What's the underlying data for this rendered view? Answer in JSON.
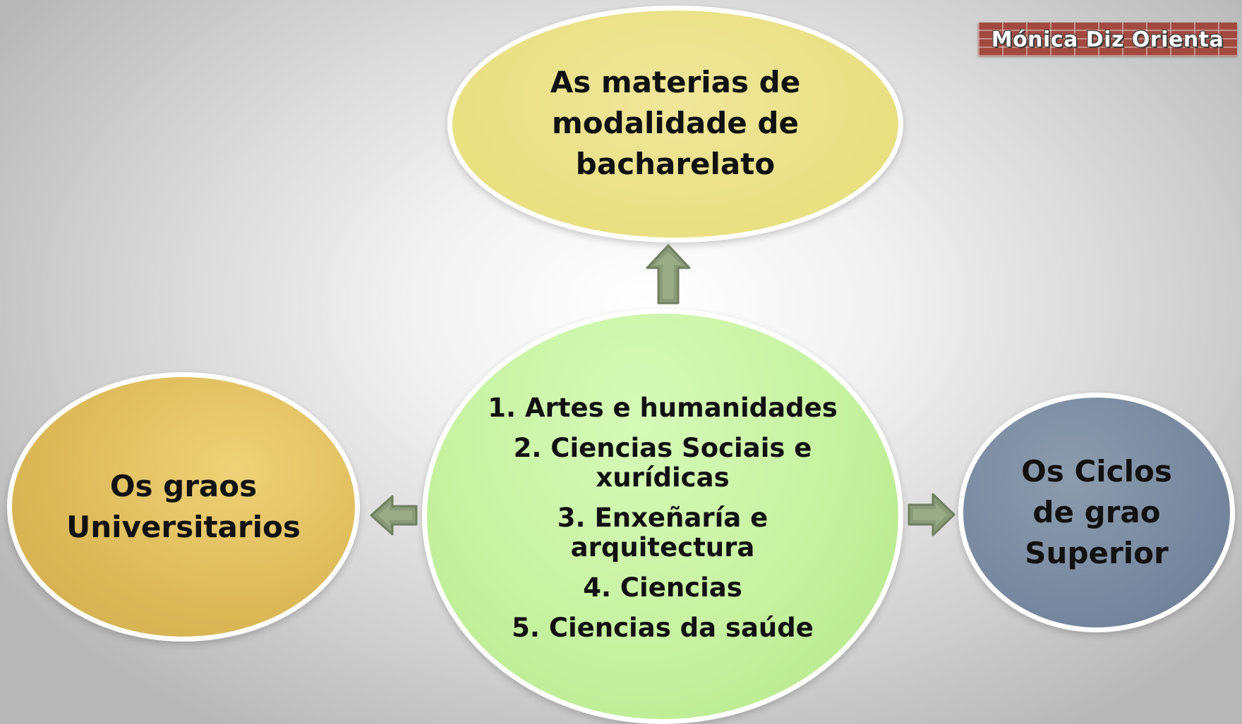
{
  "diagram": {
    "brand": {
      "text": "Mónica Diz Orienta"
    },
    "nodes": {
      "top": {
        "label": "As materias de\nmodalidade de\nbacharelato",
        "color": "#e6dd78"
      },
      "left": {
        "label": "Os graos\nUniversitarios",
        "color": "#dcb857"
      },
      "right": {
        "label": "Os Ciclos\nde grao\nSuperior",
        "color": "#7888a0"
      },
      "center": {
        "color": "#c6f2a0",
        "items": [
          "1. Artes e humanidades",
          "2. Ciencias Sociais e\nxurídicas",
          "3. Enxeñaría e\narquitectura",
          "4. Ciencias",
          "5. Ciencias da saúde"
        ]
      }
    },
    "arrows": {
      "color": "#8a9a78",
      "from": "center",
      "to": [
        "top",
        "left",
        "right"
      ]
    }
  }
}
